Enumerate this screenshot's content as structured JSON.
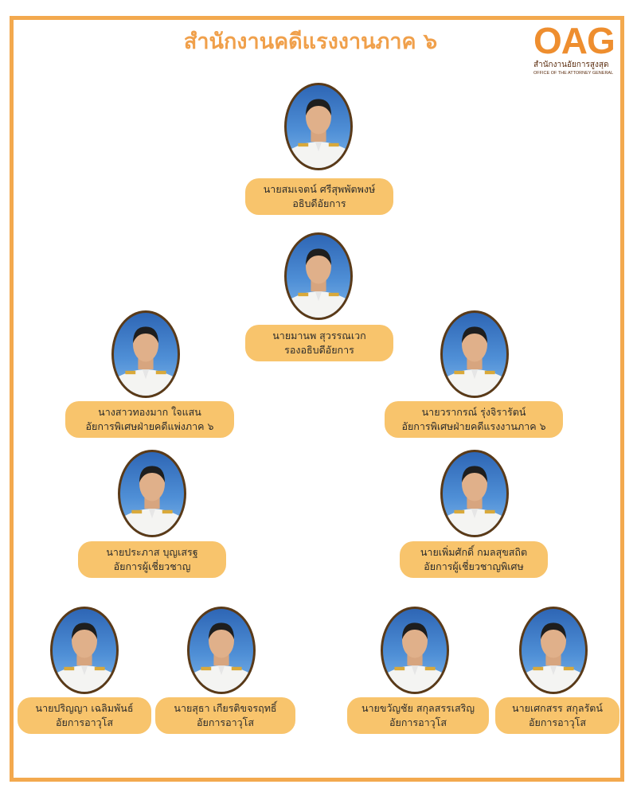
{
  "header": {
    "title": "สำนักงานคดีแรงงานภาค ๖",
    "logo_mark": "OAG",
    "logo_thai": "สำนักงานอัยการสูงสุด",
    "logo_english": "OFFICE OF THE ATTORNEY GENERAL"
  },
  "people": [
    {
      "name": "นายสมเจตน์ ศรีสุพพัตพงษ์",
      "position": "อธิบดีอัยการ"
    },
    {
      "name": "นายมานพ สุวรรณเวก",
      "position": "รองอธิบดีอัยการ"
    },
    {
      "name": "นางสาวทองมาก ใจแสน",
      "position": "อัยการพิเศษฝ่ายคดีแพ่งภาค ๖"
    },
    {
      "name": "นายวรากรณ์ รุ่งจิรารัตน์",
      "position": "อัยการพิเศษฝ่ายคดีแรงงานภาค ๖"
    },
    {
      "name": "นายประภาส บุญเสรฐ",
      "position": "อัยการผู้เชี่ยวชาญ"
    },
    {
      "name": "นายเพิ่มศักดิ์ กมลสุขสถิต",
      "position": "อัยการผู้เชี่ยวชาญพิเศษ"
    },
    {
      "name": "นายปริญญา เฉลิมพันธ์",
      "position": "อัยการอาวุโส"
    },
    {
      "name": "นายสุธา เกียรติขจรฤทธิ์",
      "position": "อัยการอาวุโส"
    },
    {
      "name": "นายขวัญชัย สกุลสรรเสริญ",
      "position": "อัยการอาวุโส"
    },
    {
      "name": "นายเศกสรร สกุลรัตน์",
      "position": "อัยการอาวุโส"
    }
  ],
  "colors": {
    "border": "#F3A94E",
    "label_bg": "#F8C46C",
    "title": "#F0A04B",
    "logo": "#EE8E2F"
  }
}
